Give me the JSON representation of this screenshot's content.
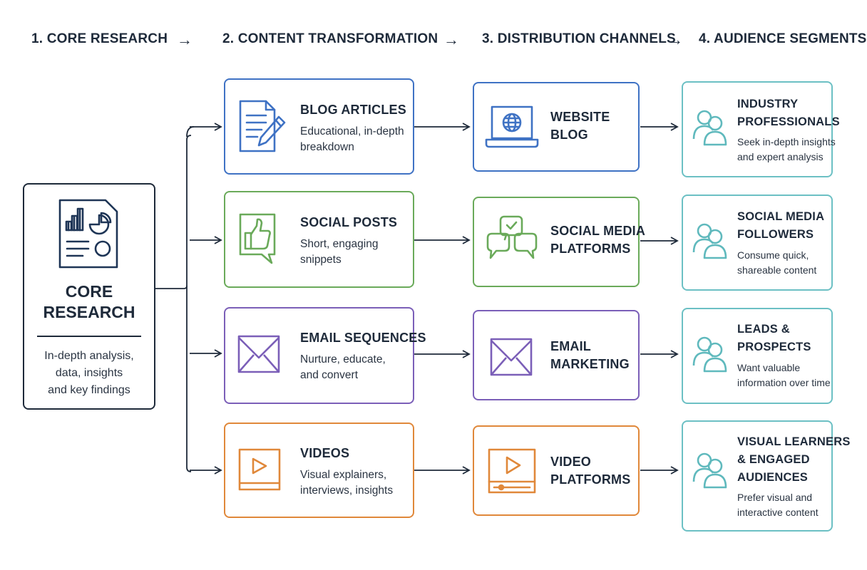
{
  "headers": {
    "step1": "1. CORE RESEARCH",
    "step2": "2. CONTENT TRANSFORMATION",
    "step3": "3. DISTRIBUTION CHANNELS",
    "step4": "4. AUDIENCE SEGMENTS",
    "arrow": "→"
  },
  "core": {
    "title_line1": "CORE",
    "title_line2": "RESEARCH",
    "desc_line1": "In-depth analysis,",
    "desc_line2": "data, insights",
    "desc_line3": "and key findings",
    "icon": "report-chart-icon"
  },
  "content": [
    {
      "title": "BLOG ARTICLES",
      "desc_line1": "Educational, in-depth",
      "desc_line2": "breakdown",
      "icon": "document-pencil-icon",
      "color": "#3f72c4"
    },
    {
      "title": "SOCIAL POSTS",
      "desc_line1": "Short, engaging",
      "desc_line2": "snippets",
      "icon": "thumbs-up-icon",
      "color": "#6aaa5a"
    },
    {
      "title": "EMAIL SEQUENCES",
      "desc_line1": "Nurture, educate,",
      "desc_line2": "and convert",
      "icon": "envelope-icon",
      "color": "#7b5fb8"
    },
    {
      "title": "VIDEOS",
      "desc_line1": "Visual explainers,",
      "desc_line2": "interviews, insights",
      "icon": "play-button-icon",
      "color": "#e0883a"
    }
  ],
  "channels": [
    {
      "title_line1": "WEBSITE",
      "title_line2": "BLOG",
      "icon": "laptop-globe-icon",
      "color": "#3f72c4"
    },
    {
      "title_line1": "SOCIAL MEDIA",
      "title_line2": "PLATFORMS",
      "icon": "chat-bubbles-icon",
      "color": "#6aaa5a"
    },
    {
      "title_line1": "EMAIL",
      "title_line2": "MARKETING",
      "icon": "envelope-icon",
      "color": "#7b5fb8"
    },
    {
      "title_line1": "VIDEO",
      "title_line2": "PLATFORMS",
      "icon": "video-player-icon",
      "color": "#e0883a"
    }
  ],
  "audiences": [
    {
      "title_lines": [
        "INDUSTRY",
        "PROFESSIONALS"
      ],
      "desc_lines": [
        "Seek in-depth insights",
        "and expert analysis"
      ],
      "icon": "users-icon",
      "color": "#6cc0c4"
    },
    {
      "title_lines": [
        "SOCIAL MEDIA",
        "FOLLOWERS"
      ],
      "desc_lines": [
        "Consume quick,",
        "shareable content"
      ],
      "icon": "users-icon",
      "color": "#6cc0c4"
    },
    {
      "title_lines": [
        "LEADS &",
        "PROSPECTS"
      ],
      "desc_lines": [
        "Want valuable",
        "information over time"
      ],
      "icon": "users-icon",
      "color": "#6cc0c4"
    },
    {
      "title_lines": [
        "VISUAL LEARNERS",
        "& ENGAGED",
        "AUDIENCES"
      ],
      "desc_lines": [
        "Prefer visual and",
        "interactive content"
      ],
      "icon": "users-icon",
      "color": "#6cc0c4"
    }
  ]
}
